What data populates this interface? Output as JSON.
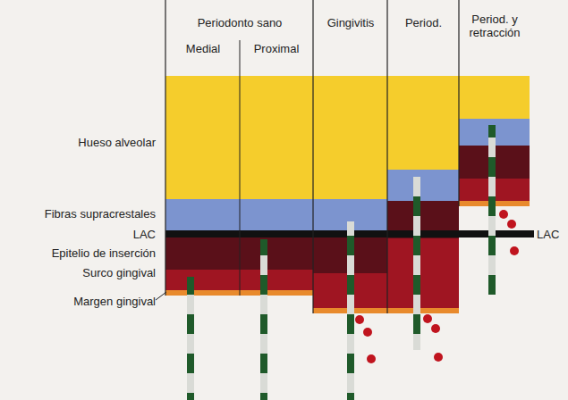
{
  "diagram": {
    "labels": [
      "Periodonto sano",
      "Medial",
      "Proximal",
      "Gingivitis",
      "Period.",
      "Period. y retracción",
      "Hueso alveolar",
      "Fibras supracrestales",
      "LAC",
      "Epitelio de inserción",
      "Surco gingival",
      "Margen gingival",
      "LAC"
    ]
  }
}
